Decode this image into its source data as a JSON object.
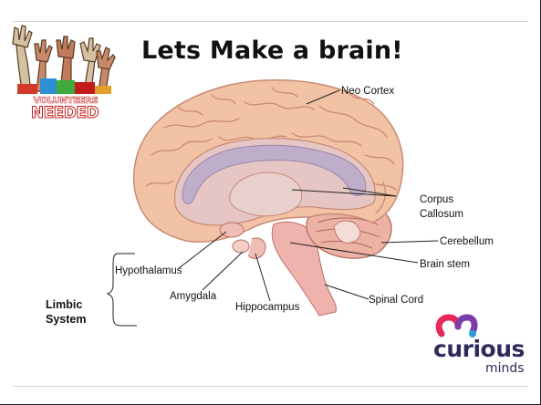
{
  "slide": {
    "title": "Lets Make a brain!",
    "badge": {
      "line1": "VOLUNTEERS",
      "line2": "NEEDED"
    },
    "labels": {
      "neo_cortex": "Neo Cortex",
      "corpus_callosum_1": "Corpus",
      "corpus_callosum_2": "Callosum",
      "cerebellum": "Cerebellum",
      "brain_stem": "Brain stem",
      "spinal_cord": "Spinal Cord",
      "hypothalamus": "Hypothalamus",
      "amygdala": "Amygdala",
      "hippocampus": "Hippocampus"
    },
    "group": {
      "line1": "Limbic",
      "line2": "System"
    },
    "logo": {
      "line1": "curious",
      "line2": "minds"
    }
  },
  "colors": {
    "cortex": "#f2c2a4",
    "cortex_fold": "#c98a76",
    "cerebellum": "#ecb2a4",
    "stem": "#efb3ae",
    "inner": "#e6c6c4",
    "ventricle": "#bfaec9",
    "badge_red": "#c21d1d",
    "logo_navy": "#2e2b5c"
  }
}
